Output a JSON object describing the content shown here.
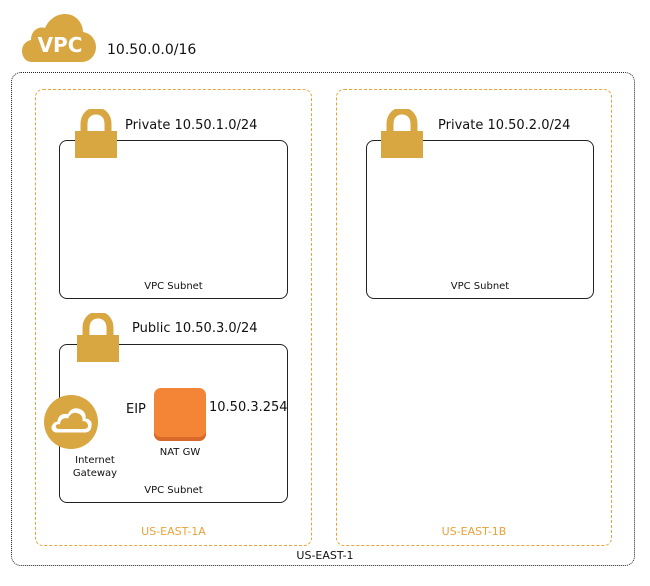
{
  "vpc": {
    "badge_text": "VPC",
    "cidr": "10.50.0.0/16"
  },
  "region": {
    "label": "US-EAST-1"
  },
  "availability_zones": [
    {
      "label": "US-EAST-1A"
    },
    {
      "label": "US-EAST-1B"
    }
  ],
  "subnets": [
    {
      "title": "Private 10.50.1.0/24",
      "caption": "VPC Subnet"
    },
    {
      "title": "Private 10.50.2.0/24",
      "caption": "VPC Subnet"
    },
    {
      "title": "Public 10.50.3.0/24",
      "caption": "VPC Subnet"
    }
  ],
  "internet_gateway": {
    "label_line1": "Internet",
    "label_line2": "Gateway"
  },
  "nat_gateway": {
    "label": "NAT GW",
    "eip_label": "EIP",
    "eip_address": "10.50.3.254"
  },
  "icons": {
    "vpc": "cloud-icon",
    "subnet": "lock-icon",
    "internet_gateway": "cloud-gateway-icon",
    "nat_gateway": "nat-gateway-icon"
  },
  "colors": {
    "aws_gold": "#d9a741",
    "az_border": "#e8a33a",
    "nat_orange": "#f58536"
  }
}
